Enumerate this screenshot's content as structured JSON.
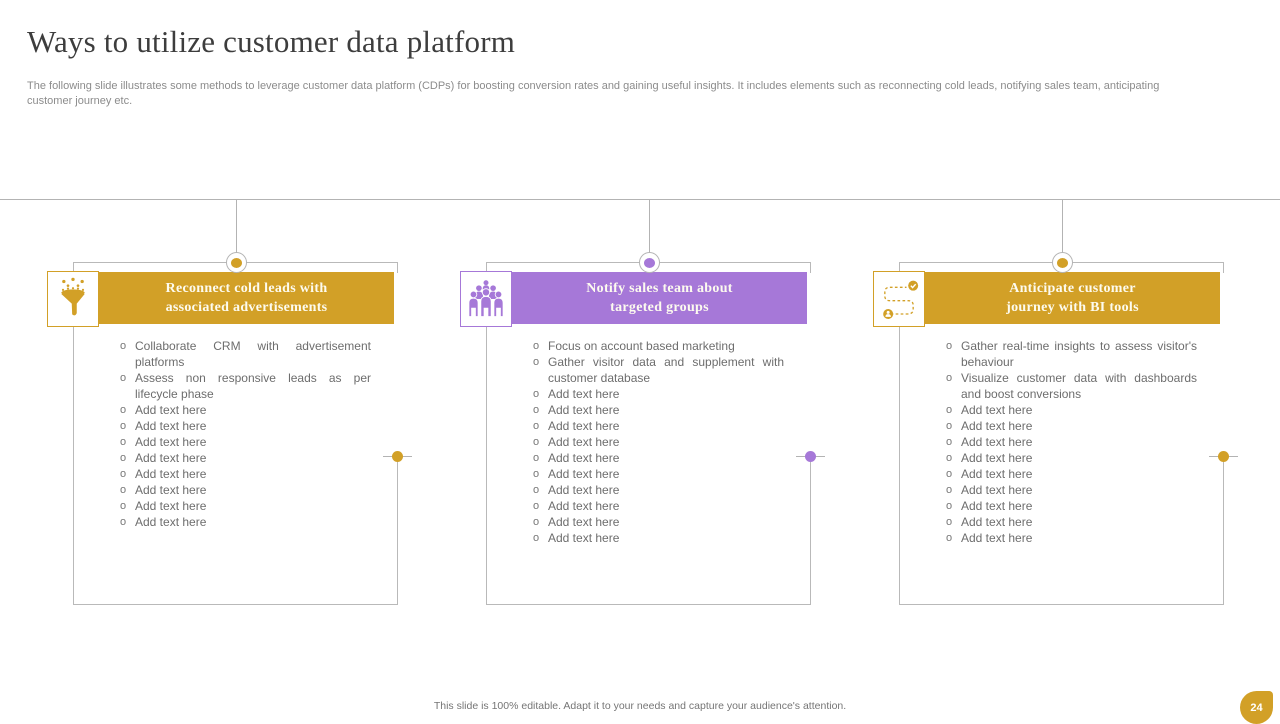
{
  "slide": {
    "title": "Ways to utilize customer data platform",
    "subtitle": "The following slide illustrates some methods to leverage customer data platform (CDPs) for boosting conversion rates and gaining useful insights. It includes elements such as reconnecting cold leads, notifying sales team, anticipating customer journey etc.",
    "footer_note": "This slide is 100% editable. Adapt it to your needs and capture your audience's attention.",
    "page_number": "24"
  },
  "colors": {
    "gold": "#d2a027",
    "purple": "#a678d8",
    "line_gray": "#b3b3b3",
    "body_text_gray": "#6d6d6d"
  },
  "list_marker": "o",
  "columns": [
    {
      "accent": "#d2a027",
      "icon": "funnel-filter-icon",
      "title_lines": [
        "Reconnect cold leads with",
        "associated advertisements"
      ],
      "items": [
        "Collaborate CRM with advertisement platforms",
        "Assess non responsive leads as per lifecycle phase",
        "Add text here",
        "Add text here",
        "Add text here",
        "Add text here",
        "Add text here",
        "Add text here",
        "Add text here",
        "Add text here"
      ]
    },
    {
      "accent": "#a678d8",
      "icon": "people-group-icon",
      "title_lines": [
        "Notify sales team about",
        "targeted groups"
      ],
      "items": [
        "Focus on account based marketing",
        "Gather visitor data and supplement with customer database",
        "Add text here",
        "Add text here",
        "Add text here",
        "Add text here",
        "Add text here",
        "Add text here",
        "Add text here",
        "Add text here",
        "Add text here",
        "Add text here"
      ]
    },
    {
      "accent": "#d2a027",
      "icon": "customer-journey-icon",
      "title_lines": [
        "Anticipate customer",
        "journey with BI tools"
      ],
      "items": [
        "Gather real-time insights to assess visitor's behaviour",
        "Visualize customer data with dashboards and boost conversions",
        "Add text here",
        "Add text here",
        "Add text here",
        "Add text here",
        "Add text here",
        "Add text here",
        "Add text here",
        "Add text here",
        "Add text here"
      ]
    }
  ]
}
